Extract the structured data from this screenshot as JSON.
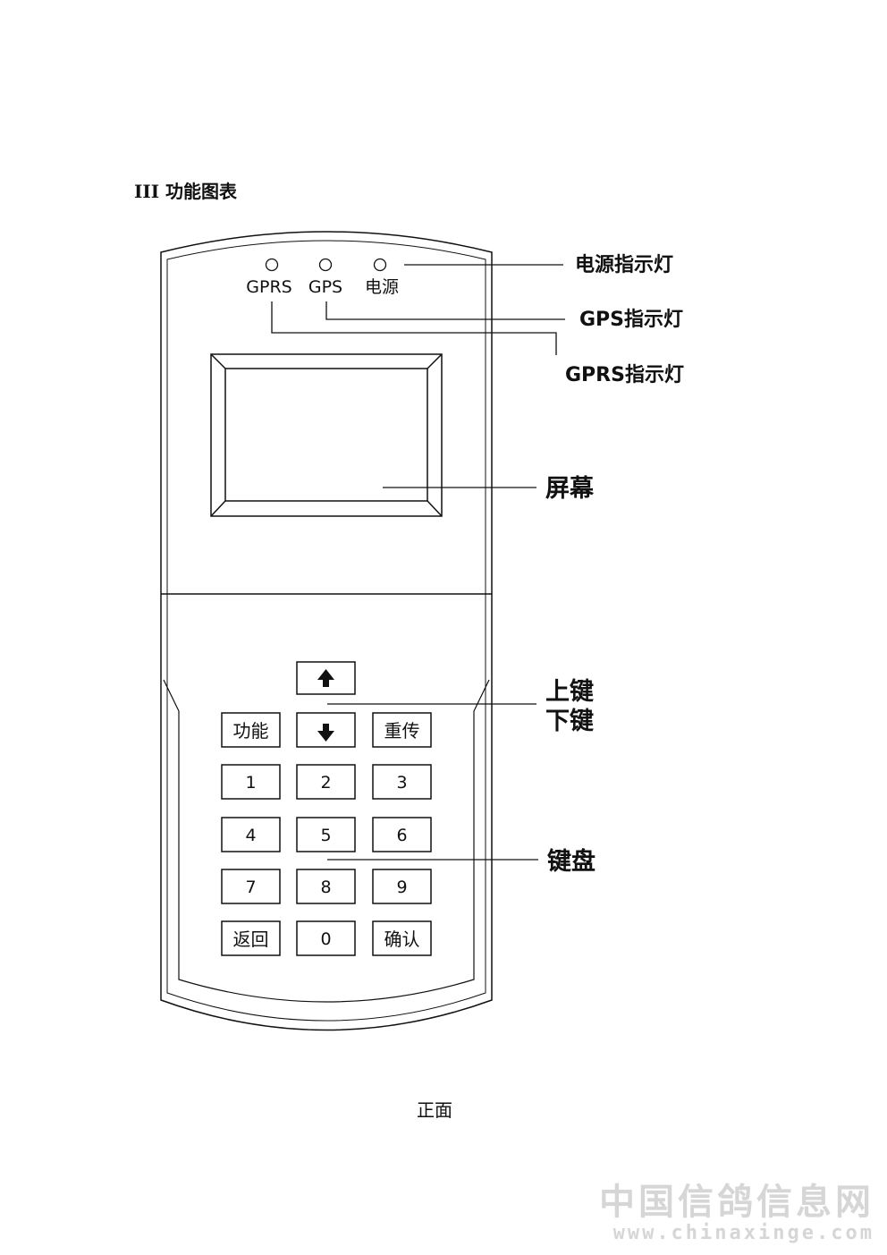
{
  "heading": {
    "roman": "III",
    "text": "功能图表"
  },
  "leds": [
    {
      "label": "GPRS"
    },
    {
      "label": "GPS"
    },
    {
      "label": "电源"
    }
  ],
  "callouts": {
    "power_led": "电源指示灯",
    "gps_led": "GPS指示灯",
    "gprs_led": "GPRS指示灯",
    "screen": "屏幕",
    "up_key": "上键",
    "down_key": "下键",
    "keypad": "键盘"
  },
  "keys": {
    "up_icon": "arrow-up-icon",
    "down_icon": "arrow-down-icon",
    "rows": [
      [
        "功能",
        "down",
        "重传"
      ],
      [
        "1",
        "2",
        "3"
      ],
      [
        "4",
        "5",
        "6"
      ],
      [
        "7",
        "8",
        "9"
      ],
      [
        "返回",
        "0",
        "确认"
      ]
    ]
  },
  "caption": "正面",
  "watermark": {
    "name": "中国信鸽信息网",
    "url": "www.chinaxinge.com"
  }
}
